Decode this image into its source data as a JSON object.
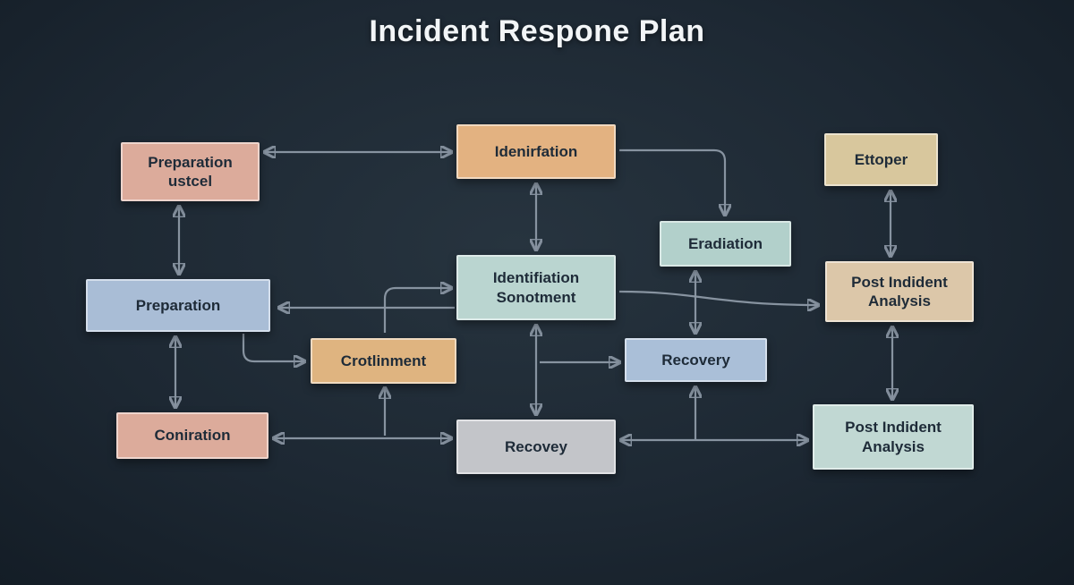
{
  "title": "Incident Respone Plan",
  "connector_color": "#8d99a6",
  "nodes": [
    {
      "id": "preparation-ustcel",
      "label": "Preparation ustcel",
      "color": "#dcab9b"
    },
    {
      "id": "idenirfation",
      "label": "Idenirfation",
      "color": "#e3b281"
    },
    {
      "id": "ettoper",
      "label": "Ettoper",
      "color": "#d8c79d"
    },
    {
      "id": "eradiation",
      "label": "Eradiation",
      "color": "#b2d0cb"
    },
    {
      "id": "preparation",
      "label": "Preparation",
      "color": "#a9bdd6"
    },
    {
      "id": "identifiation-sonotment",
      "label": "Identifiation Sonotment",
      "color": "#bad5d0"
    },
    {
      "id": "post-indident-analysis-top",
      "label": "Post Indident Analysis",
      "color": "#dcc7a9"
    },
    {
      "id": "crotlinment",
      "label": "Crotlinment",
      "color": "#dfb480"
    },
    {
      "id": "recovery",
      "label": "Recovery",
      "color": "#aabfd8"
    },
    {
      "id": "coniration",
      "label": "Coniration",
      "color": "#dcab9b"
    },
    {
      "id": "recovey",
      "label": "Recovey",
      "color": "#c3c5c9"
    },
    {
      "id": "post-indident-analysis-bottom",
      "label": "Post Indident Analysis",
      "color": "#c1d8d3"
    }
  ]
}
